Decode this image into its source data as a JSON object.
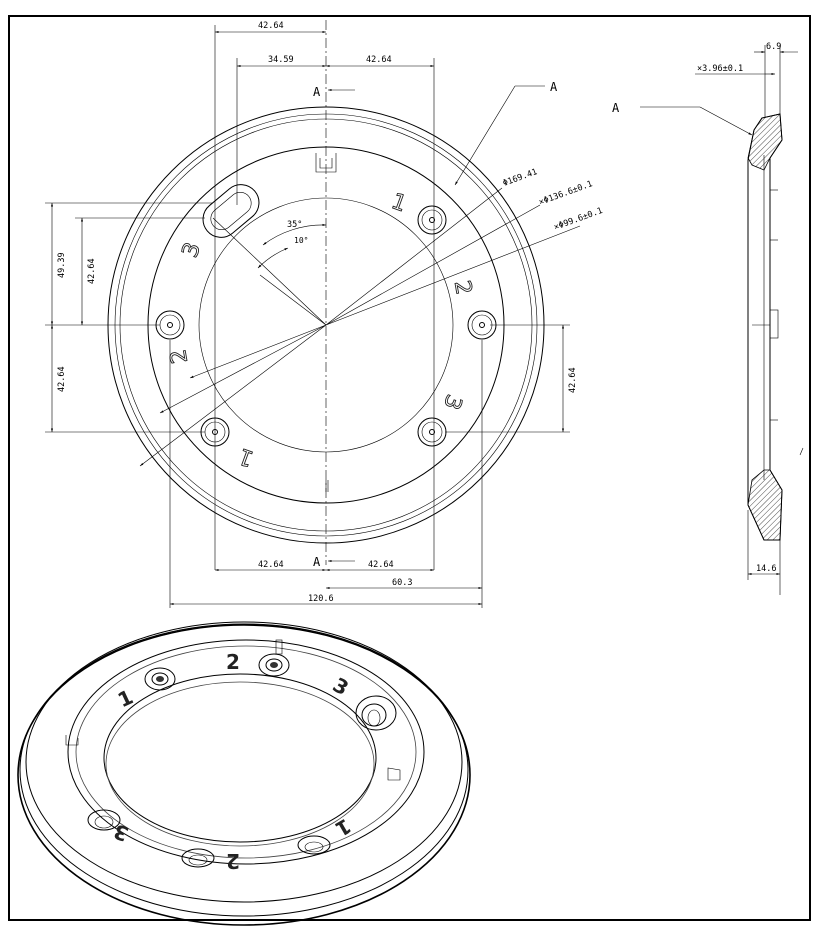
{
  "front_view": {
    "dims": {
      "top_outer": "42.64",
      "top_inner_left": "34.59",
      "top_inner_right": "42.64",
      "left_upper": "49.39",
      "left_inner": "42.64",
      "left_lower": "42.64",
      "right_vertical": "42.64",
      "bottom_left": "42.64",
      "bottom_right": "42.64",
      "bottom_half": "60.3",
      "bottom_total": "120.6",
      "dia_outer": "Φ169.41",
      "dia_pitch": "×Φ136.6±0.1",
      "dia_inner": "×Φ99.6±0.1",
      "angle_large": "35°",
      "angle_small": "10°"
    },
    "section_mark_top": "A",
    "section_mark_bottom": "A",
    "leader_label": "A",
    "hole_numbers": [
      "1",
      "2",
      "3",
      "1",
      "2",
      "3"
    ]
  },
  "side_view": {
    "section_label": "A",
    "dims": {
      "top_width": "6.9",
      "top_offset": "×3.96±0.1",
      "bottom_width": "14.6"
    }
  },
  "iso_view": {
    "numbers": [
      "2",
      "1",
      "3",
      "3",
      "2",
      "1"
    ]
  }
}
